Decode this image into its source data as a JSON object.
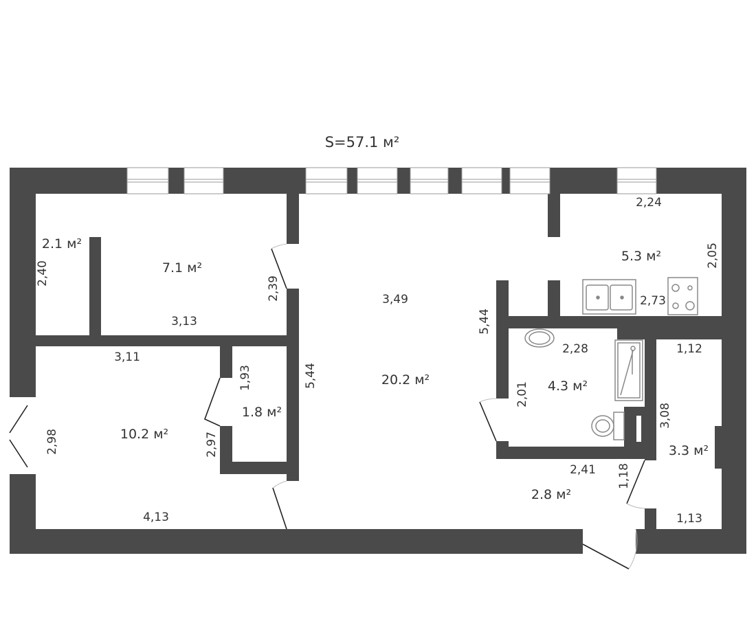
{
  "title": "S=57.1 м²",
  "colors": {
    "wall": "#4a4a4a",
    "fixture": "#888888",
    "text": "#333333"
  },
  "rooms": [
    {
      "name": "closet-left",
      "area": "2.1 м²"
    },
    {
      "name": "room-small",
      "area": "7.1 м²"
    },
    {
      "name": "living-room",
      "area": "20.2 м²"
    },
    {
      "name": "kitchen",
      "area": "5.3 м²"
    },
    {
      "name": "bedroom",
      "area": "10.2 м²"
    },
    {
      "name": "closet-small",
      "area": "1.8 м²"
    },
    {
      "name": "bathroom",
      "area": "4.3 м²"
    },
    {
      "name": "hall-right",
      "area": "3.3 м²"
    },
    {
      "name": "entrance-hall",
      "area": "2.8 м²"
    }
  ],
  "dimensions": {
    "d240": "2,40",
    "d313": "3,13",
    "d239": "2,39",
    "d349": "3,49",
    "d544a": "5,44",
    "d544b": "5,44",
    "d224": "2,24",
    "d205": "2,05",
    "d273": "2,73",
    "d311": "3,11",
    "d193": "1,93",
    "d297": "2,97",
    "d298": "2,98",
    "d413": "4,13",
    "d228": "2,28",
    "d201": "2,01",
    "d112": "1,12",
    "d308": "3,08",
    "d241": "2,41",
    "d118": "1,18",
    "d113": "1,13"
  }
}
